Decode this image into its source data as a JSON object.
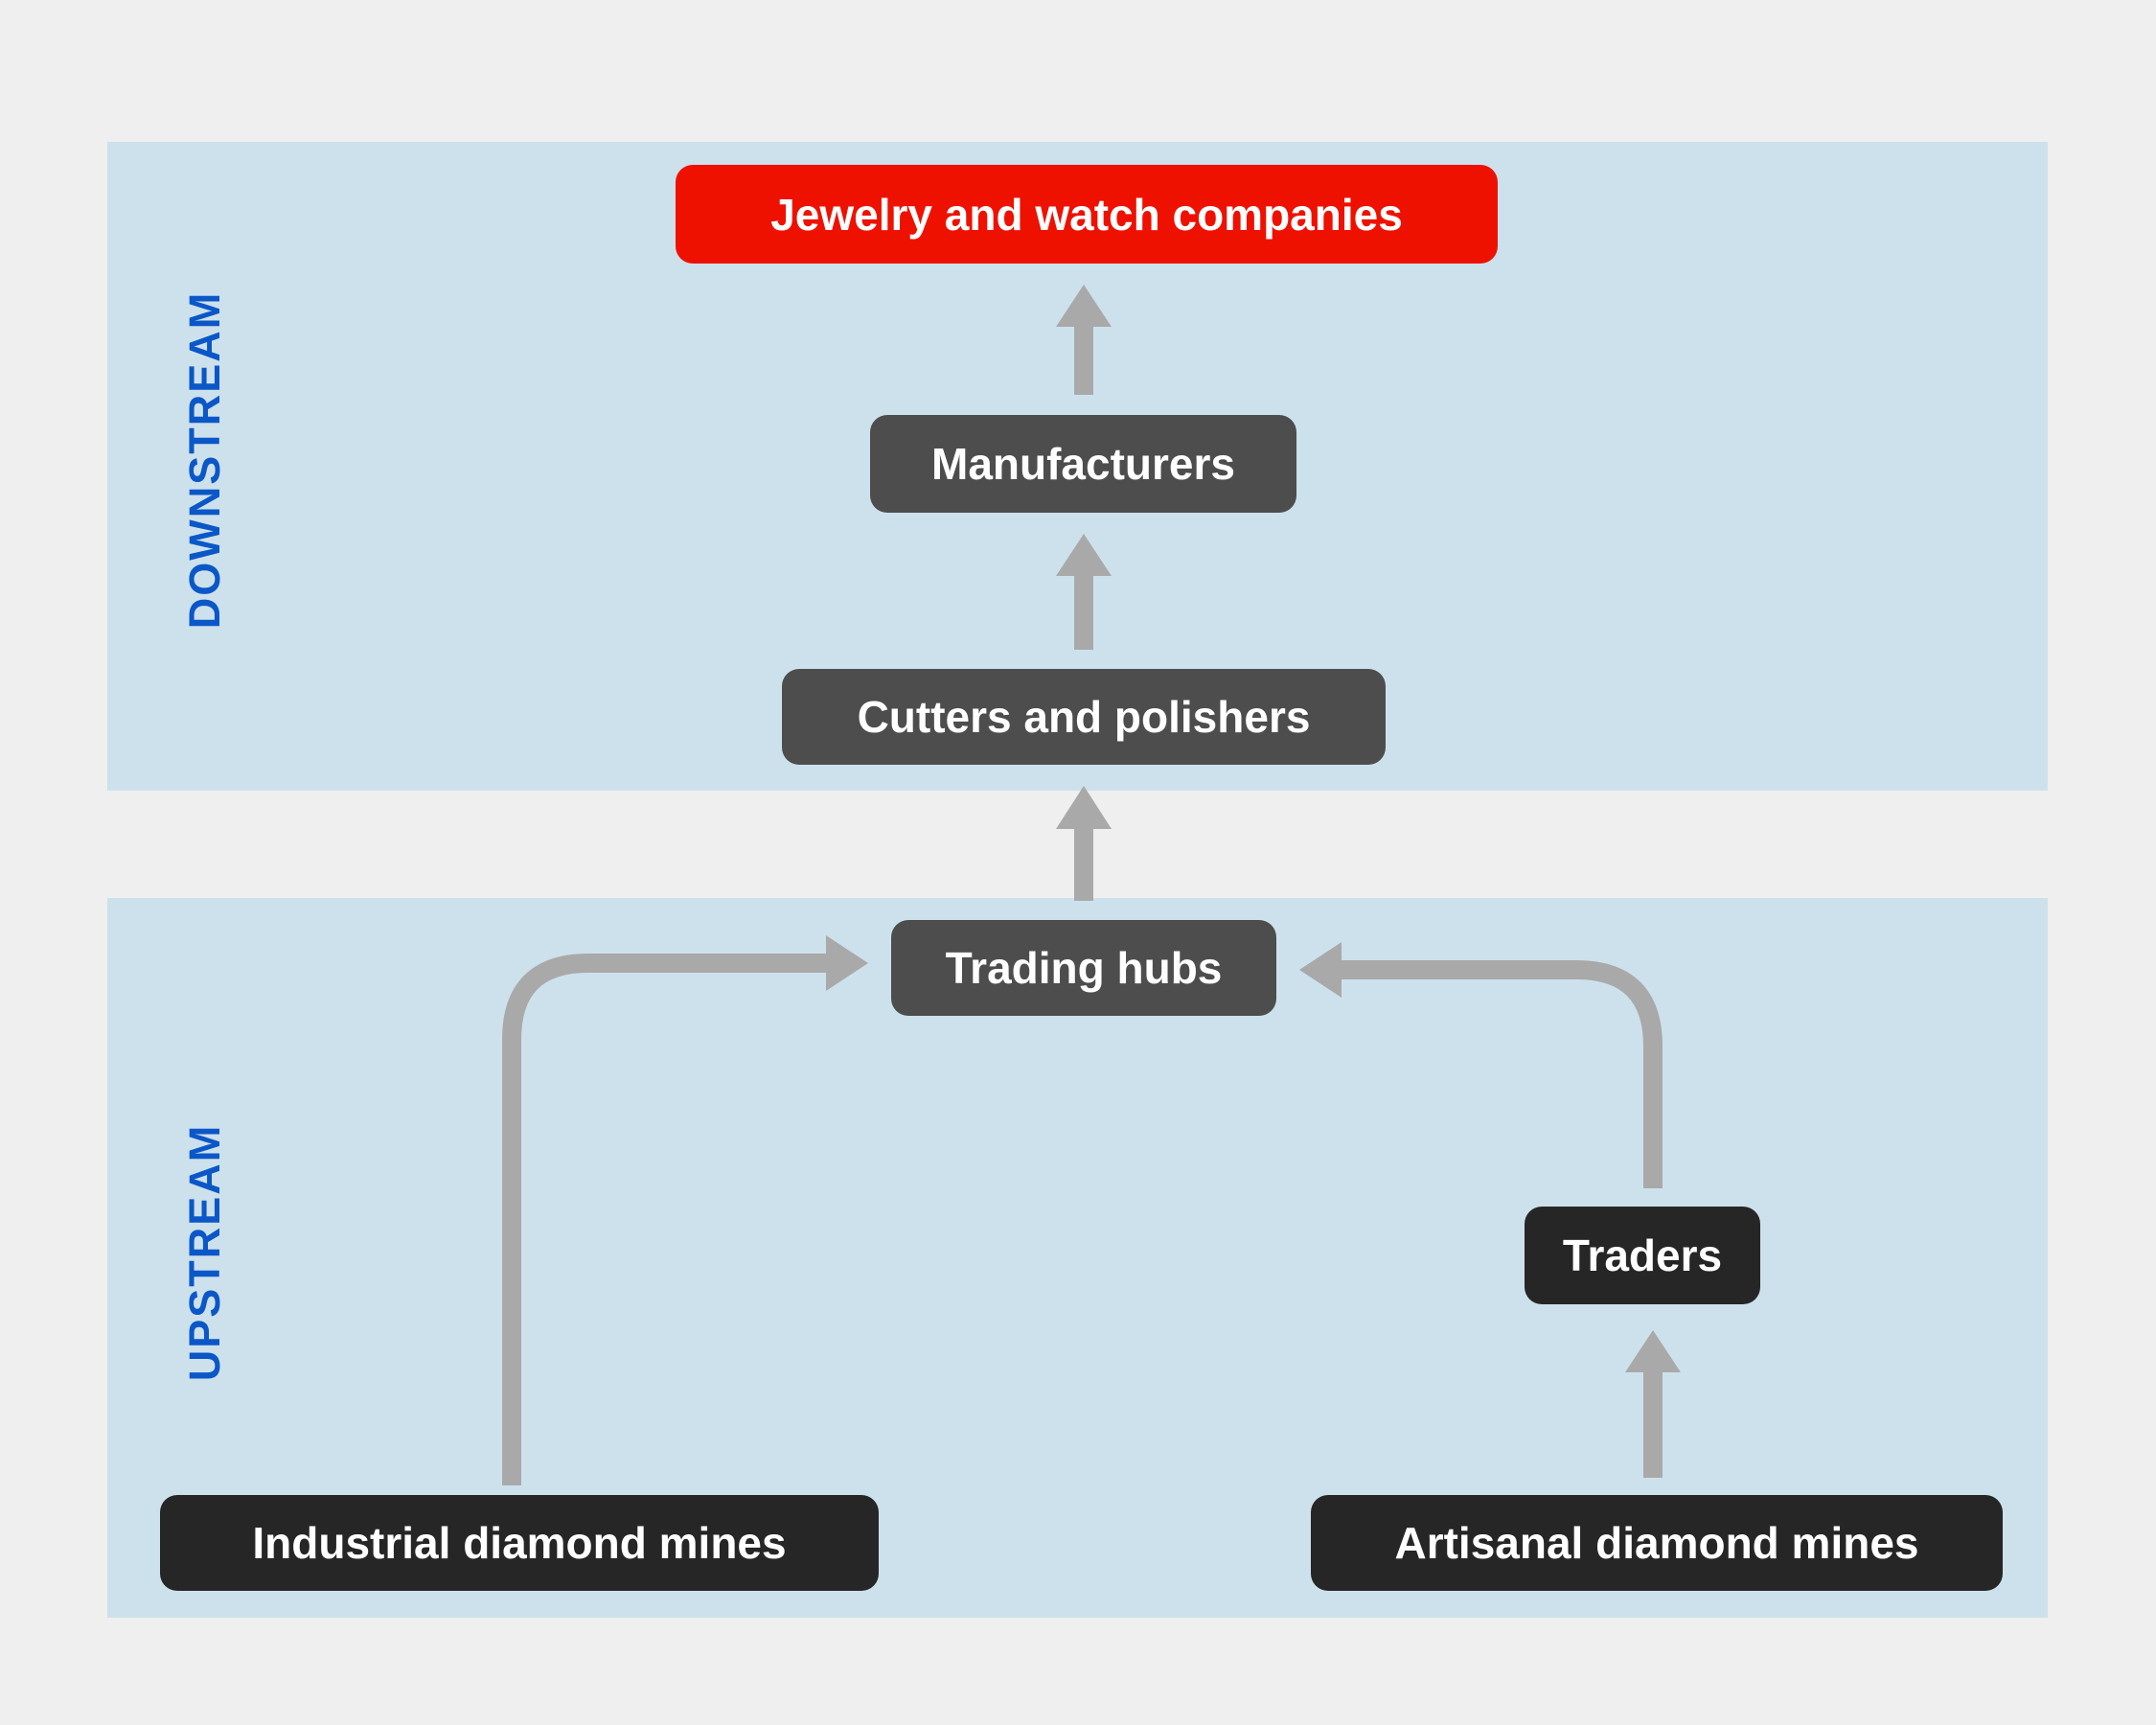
{
  "palette": {
    "page_background": "#efefef",
    "panel_blue": "#cde1ec",
    "section_label_blue": "#0b57c7",
    "highlight_red": "#ee1100",
    "node_gray": "#4d4d4d",
    "node_dark": "#262626",
    "arrow_gray": "#a9a9a9",
    "node_text": "#ffffff"
  },
  "sections": {
    "downstream": {
      "label": "DOWNSTREAM"
    },
    "upstream": {
      "label": "UPSTREAM"
    }
  },
  "nodes": {
    "jewelry_watch_companies": {
      "label": "Jewelry and watch companies"
    },
    "manufacturers": {
      "label": "Manufacturers"
    },
    "cutters_polishers": {
      "label": "Cutters and polishers"
    },
    "trading_hubs": {
      "label": "Trading hubs"
    },
    "traders": {
      "label": "Traders"
    },
    "industrial_diamond_mines": {
      "label": "Industrial diamond mines"
    },
    "artisanal_diamond_mines": {
      "label": "Artisanal diamond mines"
    }
  },
  "edges": [
    {
      "from": "Industrial diamond mines",
      "to": "Trading hubs"
    },
    {
      "from": "Artisanal diamond mines",
      "to": "Traders"
    },
    {
      "from": "Traders",
      "to": "Trading hubs"
    },
    {
      "from": "Trading hubs",
      "to": "Cutters and polishers"
    },
    {
      "from": "Cutters and polishers",
      "to": "Manufacturers"
    },
    {
      "from": "Manufacturers",
      "to": "Jewelry and watch companies"
    }
  ]
}
